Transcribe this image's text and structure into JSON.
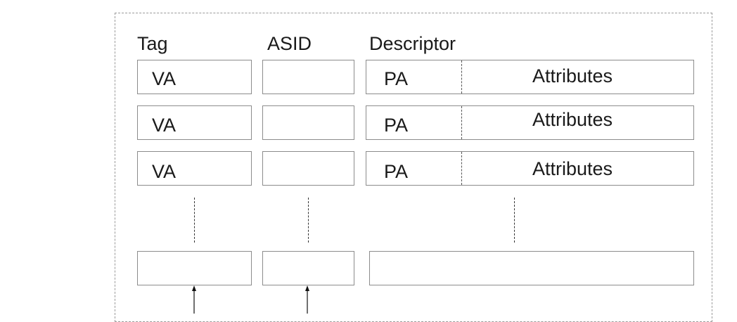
{
  "headers": {
    "tag": "Tag",
    "asid": "ASID",
    "descriptor": "Descriptor"
  },
  "rows": [
    {
      "tag": "VA",
      "asid": "",
      "pa": "PA",
      "attributes": "Attributes"
    },
    {
      "tag": "VA",
      "asid": "",
      "pa": "PA",
      "attributes": "Attributes"
    },
    {
      "tag": "VA",
      "asid": "",
      "pa": "PA",
      "attributes": "Attributes"
    }
  ],
  "last_row": {
    "tag": "",
    "asid": "",
    "descriptor": ""
  }
}
